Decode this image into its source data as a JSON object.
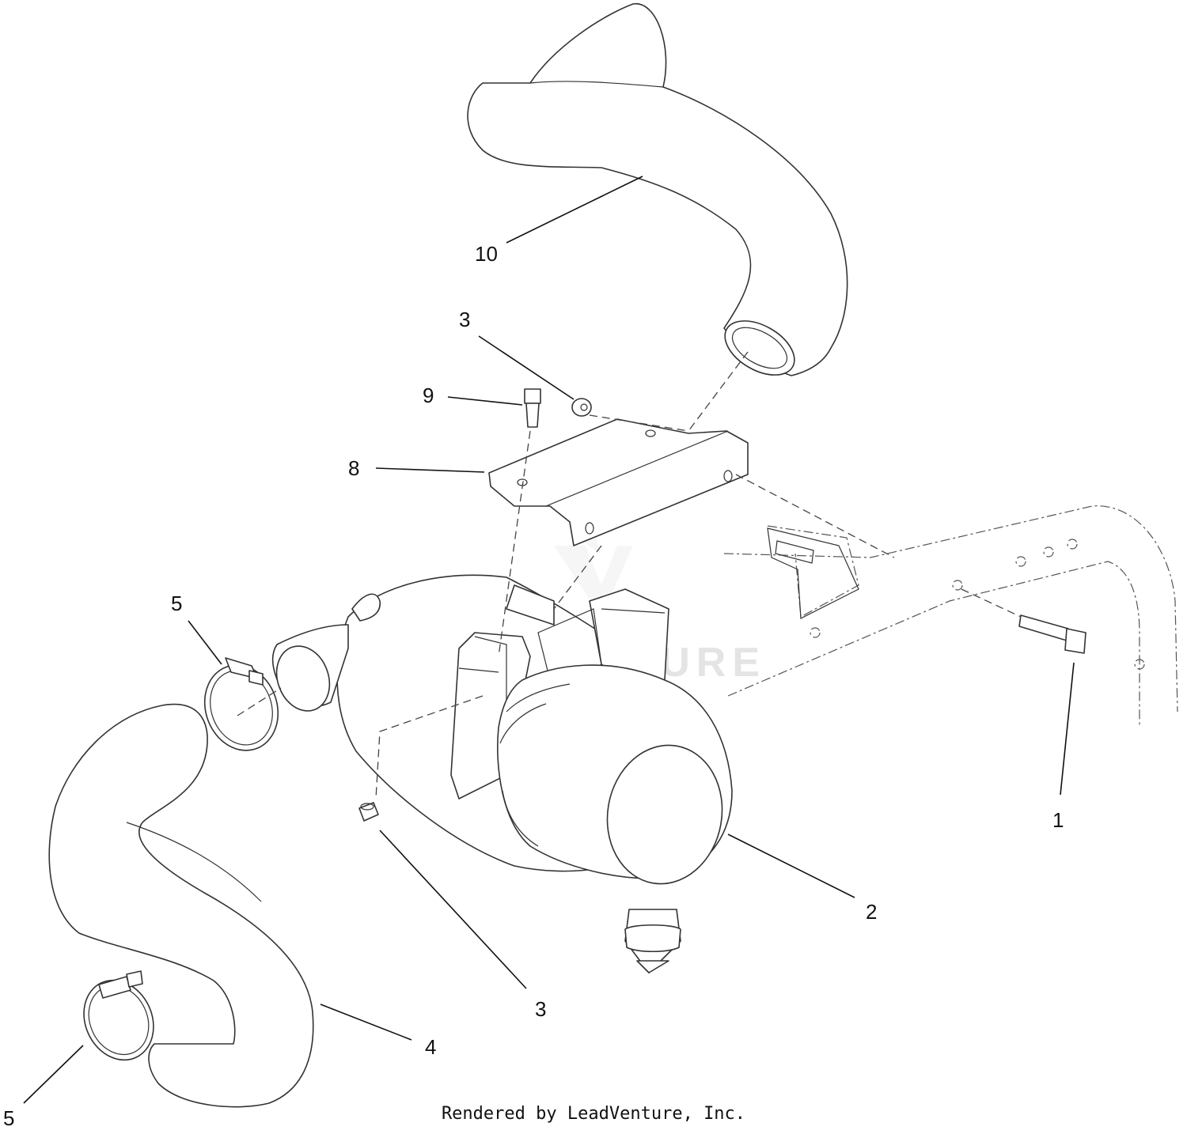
{
  "callouts": {
    "c1": "1",
    "c2": "2",
    "c3a": "3",
    "c3b": "3",
    "c4": "4",
    "c5a": "5",
    "c5b": "5",
    "c8": "8",
    "c9": "9",
    "c10": "10"
  },
  "watermark": "LEADVENTURE",
  "footer": "Rendered by LeadVenture, Inc.",
  "colors": {
    "line": "#333333",
    "watermark": "#e4e4e4"
  },
  "icons": {
    "watermark_logo": "leadventure-flame-logo"
  }
}
